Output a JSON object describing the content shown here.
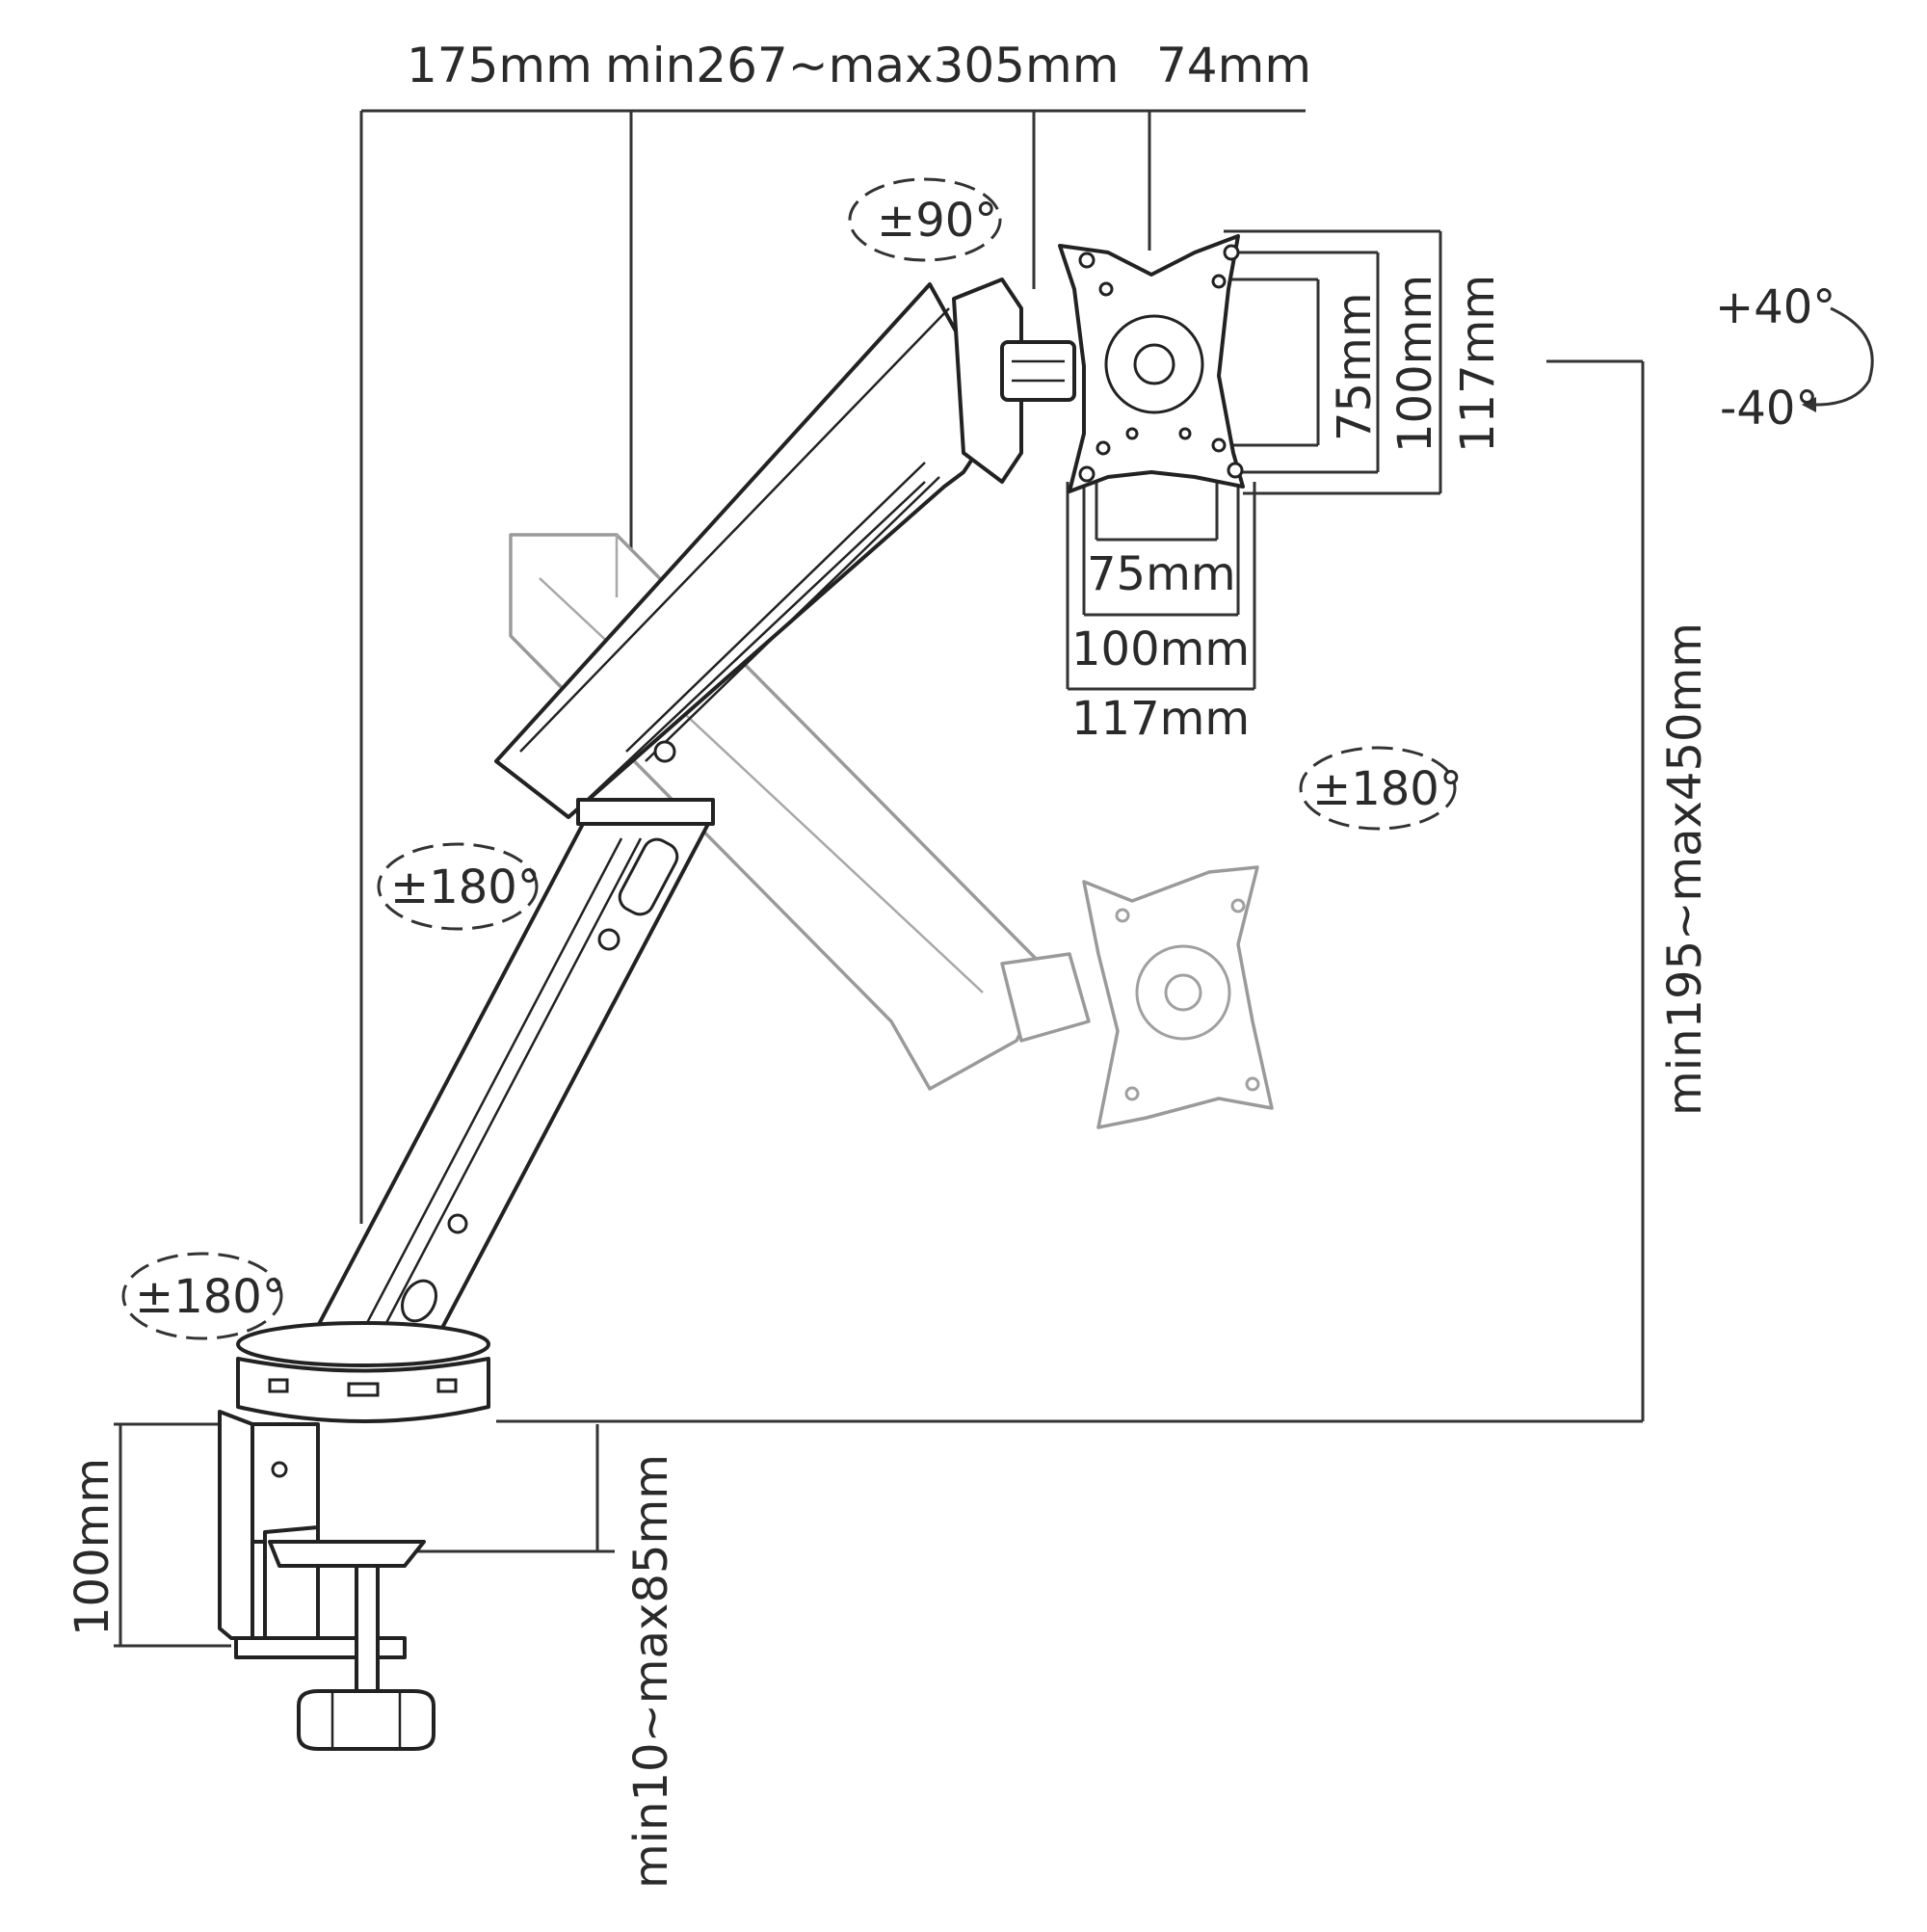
{
  "labels": {
    "top_arm_length": "175mm",
    "top_arm_range": "min267~max305mm",
    "top_head_offset": "74mm",
    "head_swivel": "±90°",
    "tilt_up": "+40°",
    "tilt_down": "-40°",
    "vesa_v75": "75mm",
    "vesa_v100": "100mm",
    "vesa_v117": "117mm",
    "vesa_h75": "75mm",
    "vesa_h100": "100mm",
    "vesa_h117": "117mm",
    "height_range": "min195~max450mm",
    "elbow_rotation": "±180°",
    "head_rotation": "±180°",
    "base_rotation": "±180°",
    "clamp_height": "100mm",
    "clamp_range": "min10~max85mm"
  }
}
